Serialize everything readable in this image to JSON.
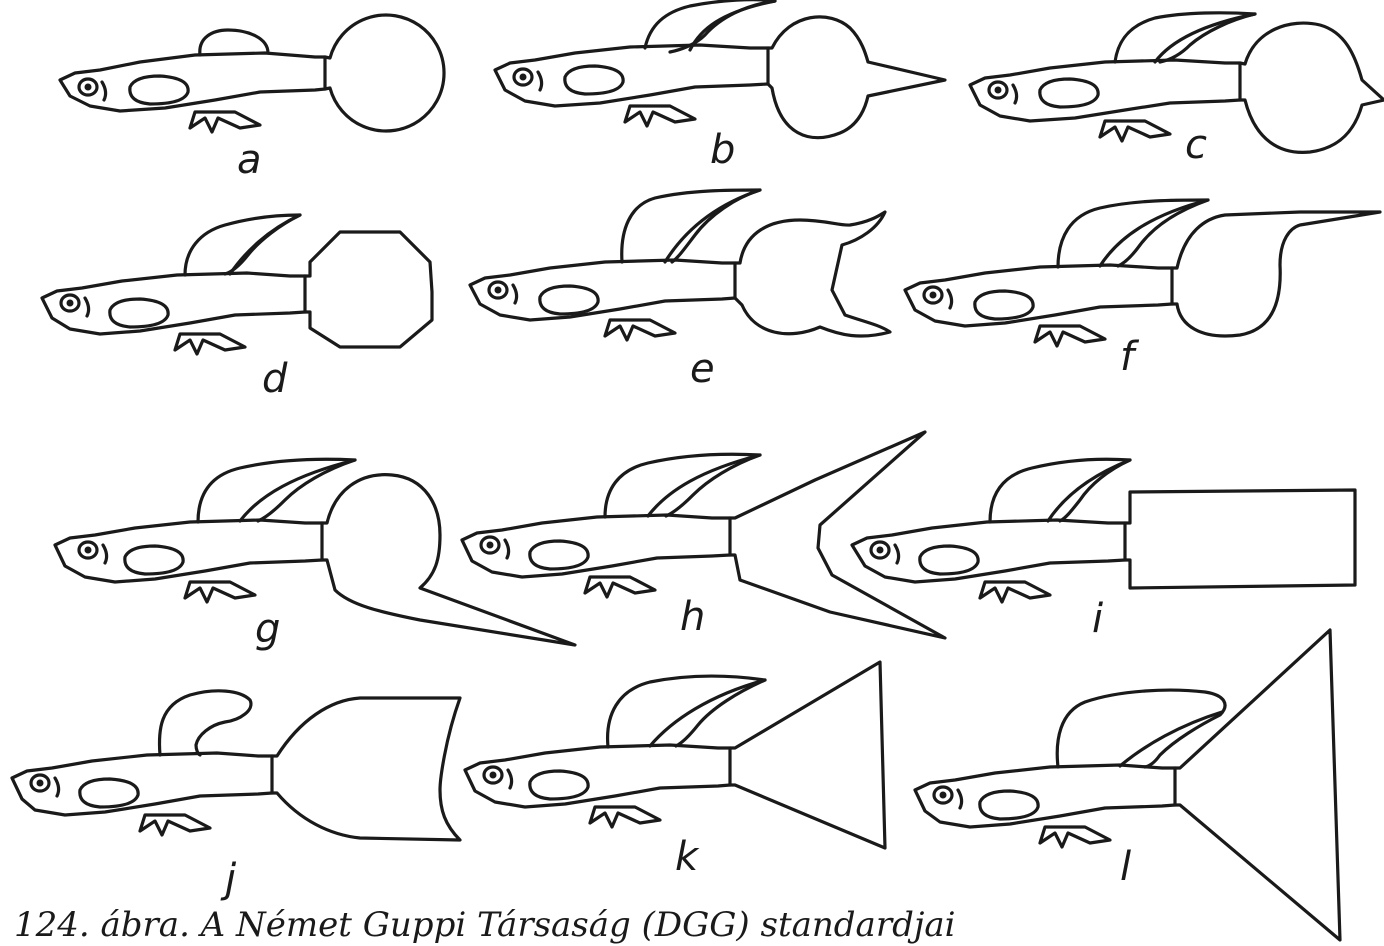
{
  "figure": {
    "labels": [
      "a",
      "b",
      "c",
      "d",
      "e",
      "f",
      "g",
      "h",
      "i",
      "j",
      "k",
      "l"
    ]
  },
  "caption": "124. ábra. A Német Guppi Társaság (DGG) standardjai"
}
